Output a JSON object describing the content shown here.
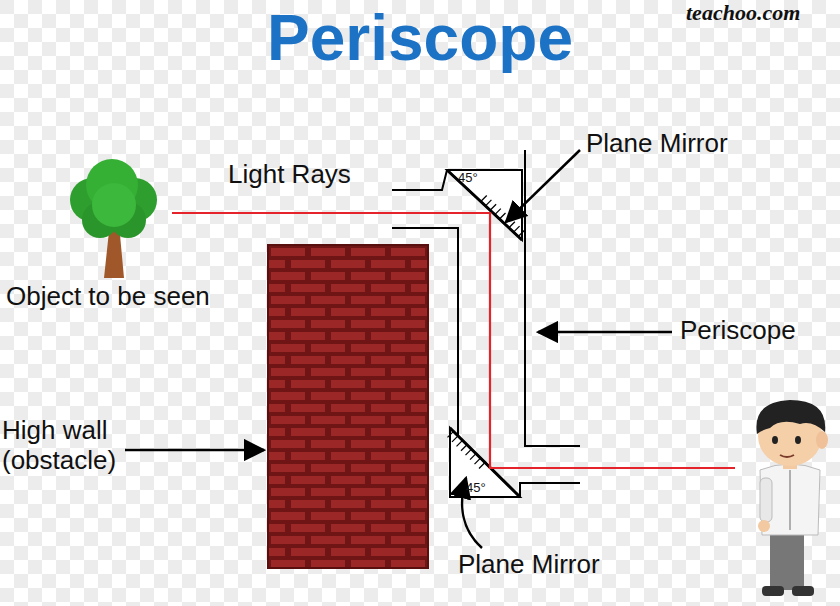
{
  "diagram": {
    "title": "Periscope",
    "labels": [
      "teachoo.com",
      "Plane Mirror",
      "Light Rays",
      "45°",
      "Object to be seen",
      "Periscope",
      "High wall (obstacle)",
      "45°",
      "Plane Mirror"
    ]
  }
}
